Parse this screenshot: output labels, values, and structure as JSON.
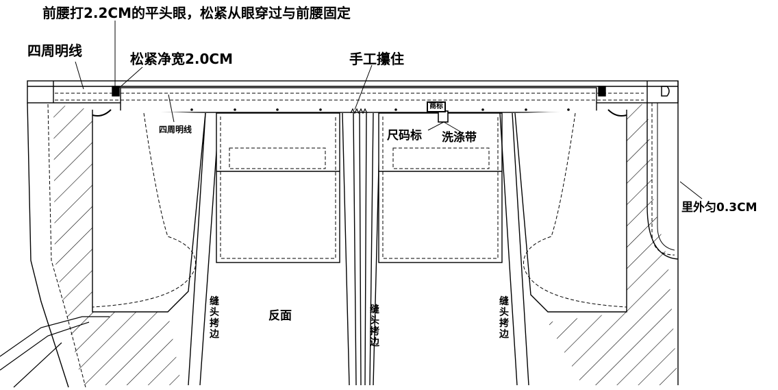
{
  "annotations": {
    "top_note": "前腰打2.2CM的平头眼，松紧从眼穿过与前腰固定",
    "topstitch_left": "四周明线",
    "elastic_width": "松紧净宽2.0CM",
    "hand_tack": "手工攥住",
    "brand_label": "商标",
    "size_label": "尺码标",
    "care_label": "洗涤带",
    "topstitch_waist": "四周明线",
    "edge_stitch": "里外匀0.3CM",
    "reverse_side": "反面",
    "seam_overlock_1": "缝头拷边",
    "seam_overlock_2": "缝头拷边",
    "seam_overlock_3": "缝头拷边"
  }
}
